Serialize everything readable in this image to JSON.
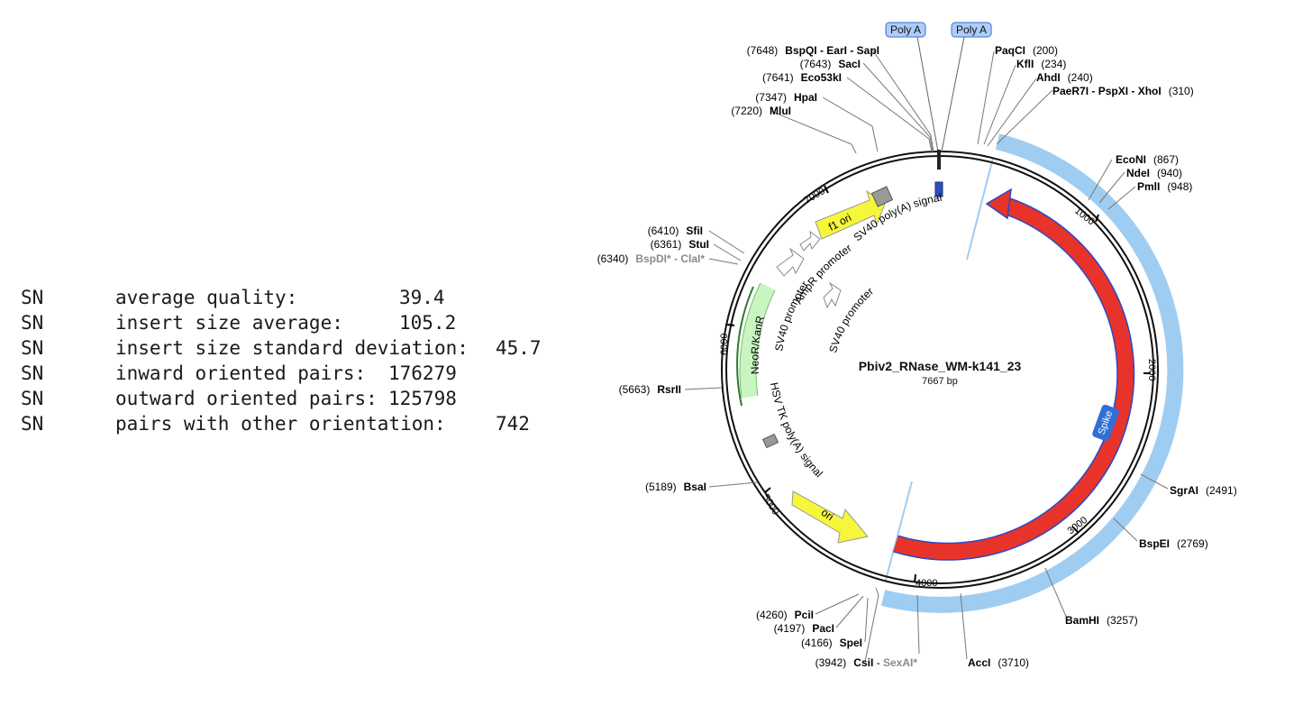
{
  "stats": [
    {
      "key": "SN",
      "label": "average quality:",
      "value": "39.4"
    },
    {
      "key": "SN",
      "label": "insert size average:",
      "value": "105.2"
    },
    {
      "key": "SN",
      "label": "insert size standard deviation:",
      "value": "45.7"
    },
    {
      "key": "SN",
      "label": "inward oriented pairs:",
      "value": "176279"
    },
    {
      "key": "SN",
      "label": "outward oriented pairs:",
      "value": "125798"
    },
    {
      "key": "SN",
      "label": "pairs with other orientation:",
      "value": "742"
    }
  ],
  "plasmid": {
    "name": "Pbiv2_RNase_WM-k141_23",
    "length_label": "7667 bp",
    "total_bp": 7667,
    "ticks": [
      "1000",
      "2000",
      "3000",
      "4000",
      "5000",
      "6000",
      "7000"
    ],
    "features": {
      "spike": "Spike",
      "poly_a_1": "Poly A",
      "poly_a_2": "Poly A",
      "f1_ori": "f1 ori",
      "sv40_polya": "SV40 poly(A) signal",
      "ampr_promoter": "AmpR promoter",
      "sv40_promoter_1": "SV40 promoter",
      "sv40_promoter_2": "SV40 promoter",
      "neor_kanr": "NeoR/KanR",
      "hsv_tk_polya": "HSV TK poly(A) signal",
      "ori": "ori"
    },
    "sites": [
      {
        "pos": "(7648)",
        "name": "BspQI - EarI - SapI"
      },
      {
        "pos": "(7643)",
        "name": "SacI"
      },
      {
        "pos": "(7641)",
        "name": "Eco53kI"
      },
      {
        "pos": "(7347)",
        "name": "HpaI"
      },
      {
        "pos": "(7220)",
        "name": "MluI"
      },
      {
        "pos": "(6410)",
        "name": "SfiI"
      },
      {
        "pos": "(6361)",
        "name": "StuI"
      },
      {
        "pos": "(6340)",
        "name": "BspDI* - ClaI*"
      },
      {
        "pos": "(5663)",
        "name": "RsrII"
      },
      {
        "pos": "(5189)",
        "name": "BsaI"
      },
      {
        "pos": "(4260)",
        "name": "PciI"
      },
      {
        "pos": "(4197)",
        "name": "PacI"
      },
      {
        "pos": "(4166)",
        "name": "SpeI"
      },
      {
        "pos": "(3942)",
        "name": "CsiI",
        "extra": "SexAI*"
      },
      {
        "pos": "(200)",
        "name": "PaqCI"
      },
      {
        "pos": "(234)",
        "name": "KflI"
      },
      {
        "pos": "(240)",
        "name": "AhdI"
      },
      {
        "pos": "(310)",
        "name": "PaeR7I - PspXI - XhoI"
      },
      {
        "pos": "(867)",
        "name": "EcoNI"
      },
      {
        "pos": "(940)",
        "name": "NdeI"
      },
      {
        "pos": "(948)",
        "name": "PmlI"
      },
      {
        "pos": "(2491)",
        "name": "SgrAI"
      },
      {
        "pos": "(2769)",
        "name": "BspEI"
      },
      {
        "pos": "(3257)",
        "name": "BamHI"
      },
      {
        "pos": "(3710)",
        "name": "AccI"
      }
    ]
  },
  "colors": {
    "insert_band": "#9fcdf2",
    "spike": "#e8332a",
    "yellow_feature": "#f6f63a",
    "neor": "#c9f5c2",
    "polya_box": "#2f4fbf",
    "label_gray": "#8a8a8a"
  }
}
